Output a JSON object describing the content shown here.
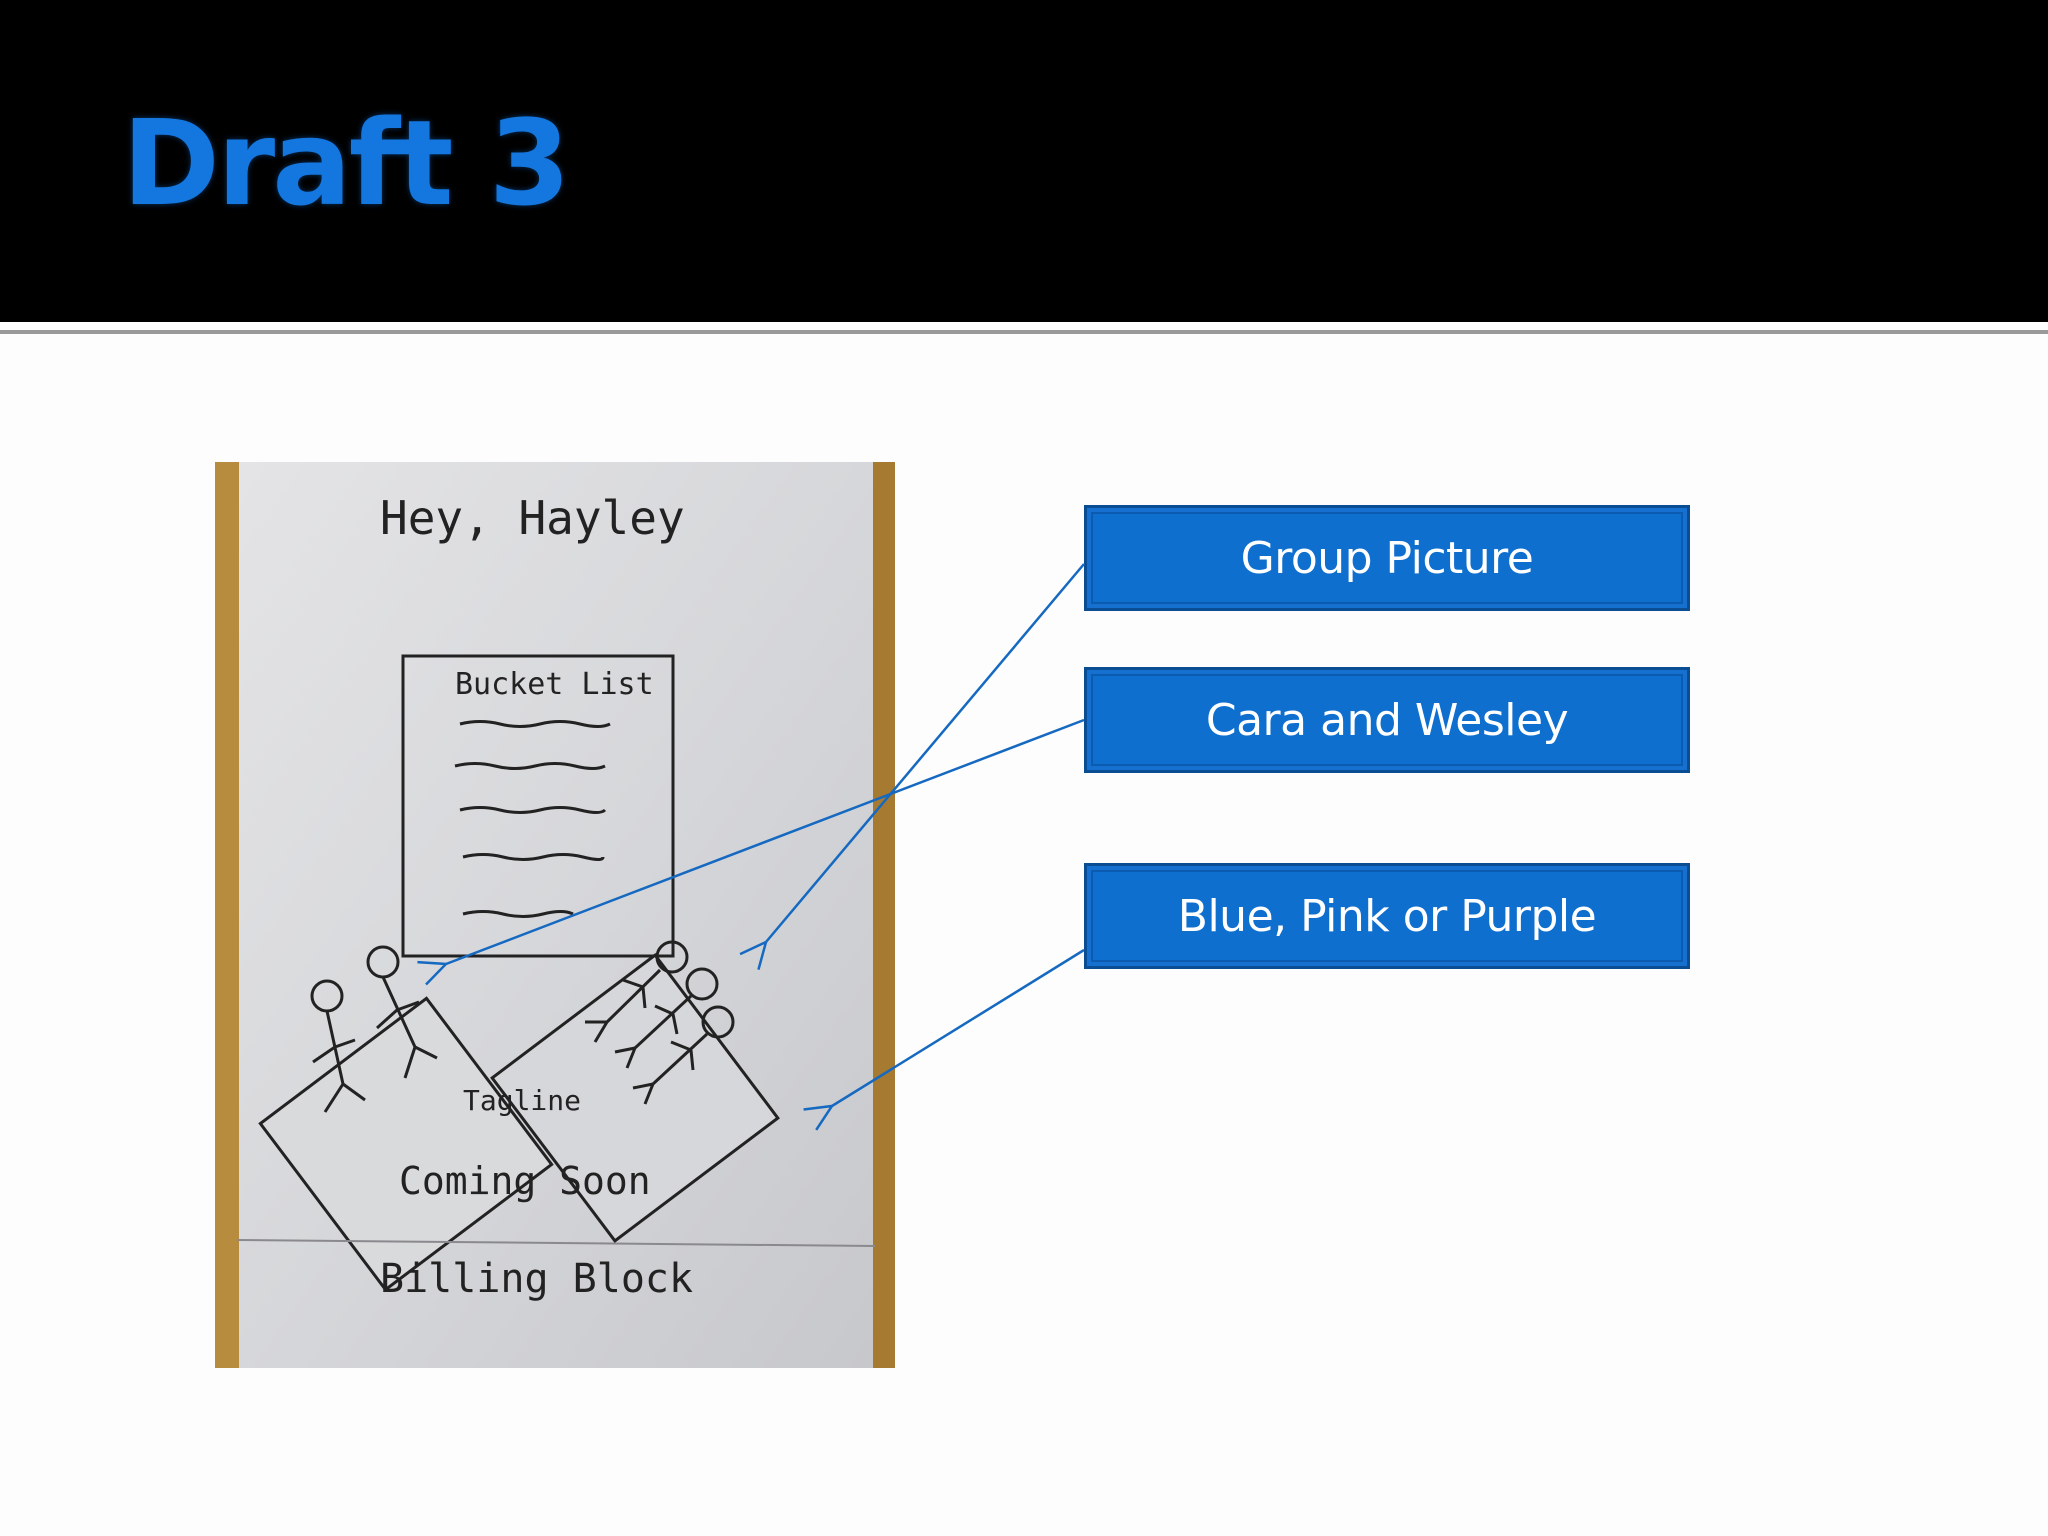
{
  "slide": {
    "title": "Draft 3",
    "title_color": "#1377df",
    "callout_fill": "#0f6fcf"
  },
  "sketch": {
    "headline": "Hey, Hayley",
    "list_title": "Bucket List",
    "tagline": "Tagline",
    "release": "Coming Soon",
    "billing": "Billing Block"
  },
  "callouts": [
    {
      "label": "Group Picture"
    },
    {
      "label": "Cara and Wesley"
    },
    {
      "label": "Blue, Pink or Purple"
    }
  ]
}
